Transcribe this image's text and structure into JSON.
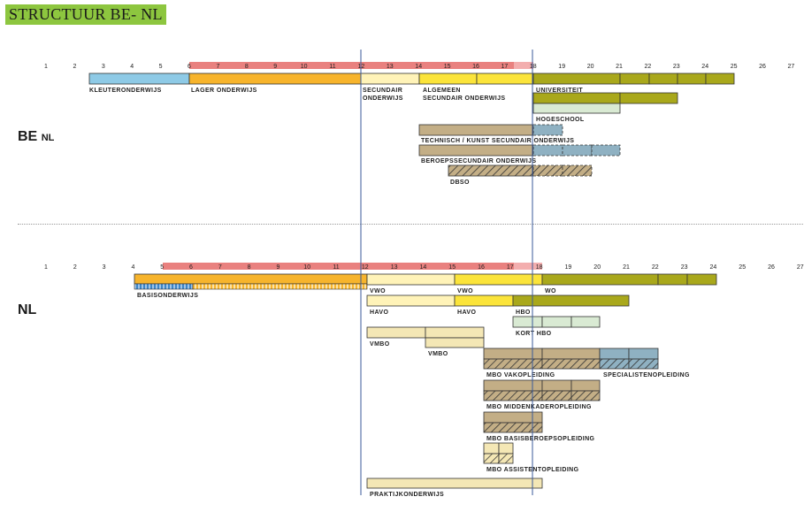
{
  "title": "STRUCTUUR BE- NL",
  "be_label": {
    "main": "BE",
    "sub": "NL"
  },
  "nl_label": "NL",
  "colors": {
    "kleuter": "#8ecae6",
    "lager": "#f7b42c",
    "secundair_light": "#fff3b8",
    "secundair_yellow": "#fbe43a",
    "olive": "#a9a81b",
    "pale_green": "#d9ead3",
    "tan": "#c3ae86",
    "steelblue": "#8fb1c2",
    "cream": "#f4e7b5",
    "age_band": "#e9817f",
    "age_band_light": "#f3aeae"
  },
  "be": {
    "ages": [
      "1",
      "2",
      "3",
      "4",
      "5",
      "6",
      "7",
      "8",
      "9",
      "10",
      "11",
      "12",
      "13",
      "14",
      "15",
      "16",
      "17",
      "18",
      "19",
      "20",
      "21",
      "22",
      "23",
      "24",
      "25",
      "26",
      "27"
    ],
    "labels": {
      "kleuter": "KLEUTERONDERWIJS",
      "lager": "LAGER ONDERWIJS",
      "secundair": "SECUNDAIR\nONDERWIJS",
      "algemeen": "ALGEMEEN\nSECUNDAIR ONDERWIJS",
      "universiteit": "UNIVERSITEIT",
      "hogeschool": "HOGESCHOOL",
      "tso": "TECHNISCH / KUNST SECUNDAIR ONDERWIJS",
      "bso": "BEROEPSSECUNDAIR ONDERWIJS",
      "dbso": "DBSO"
    }
  },
  "nl": {
    "ages": [
      "1",
      "2",
      "3",
      "4",
      "5",
      "6",
      "7",
      "8",
      "9",
      "10",
      "11",
      "12",
      "13",
      "14",
      "15",
      "16",
      "17",
      "18",
      "19",
      "20",
      "21",
      "22",
      "23",
      "24",
      "25",
      "26",
      "27"
    ],
    "labels": {
      "basis": "BASISONDERWIJS",
      "vwo1": "VWO",
      "vwo2": "VWO",
      "wo": "WO",
      "havo1": "HAVO",
      "havo2": "HAVO",
      "hbo": "HBO",
      "kort_hbo": "KORT HBO",
      "vmbo1": "VMBO",
      "vmbo2": "VMBO",
      "mbo_vak": "MBO VAKOPLEIDING",
      "specialist": "SPECIALISTENOPLEIDING",
      "mbo_midden": "MBO MIDDENKADEROPLEIDING",
      "mbo_basis": "MBO BASISBEROEPSOPLEIDING",
      "mbo_assistent": "MBO ASSISTENTOPLEIDING",
      "praktijk": "PRAKTIJKONDERWIJS"
    }
  }
}
